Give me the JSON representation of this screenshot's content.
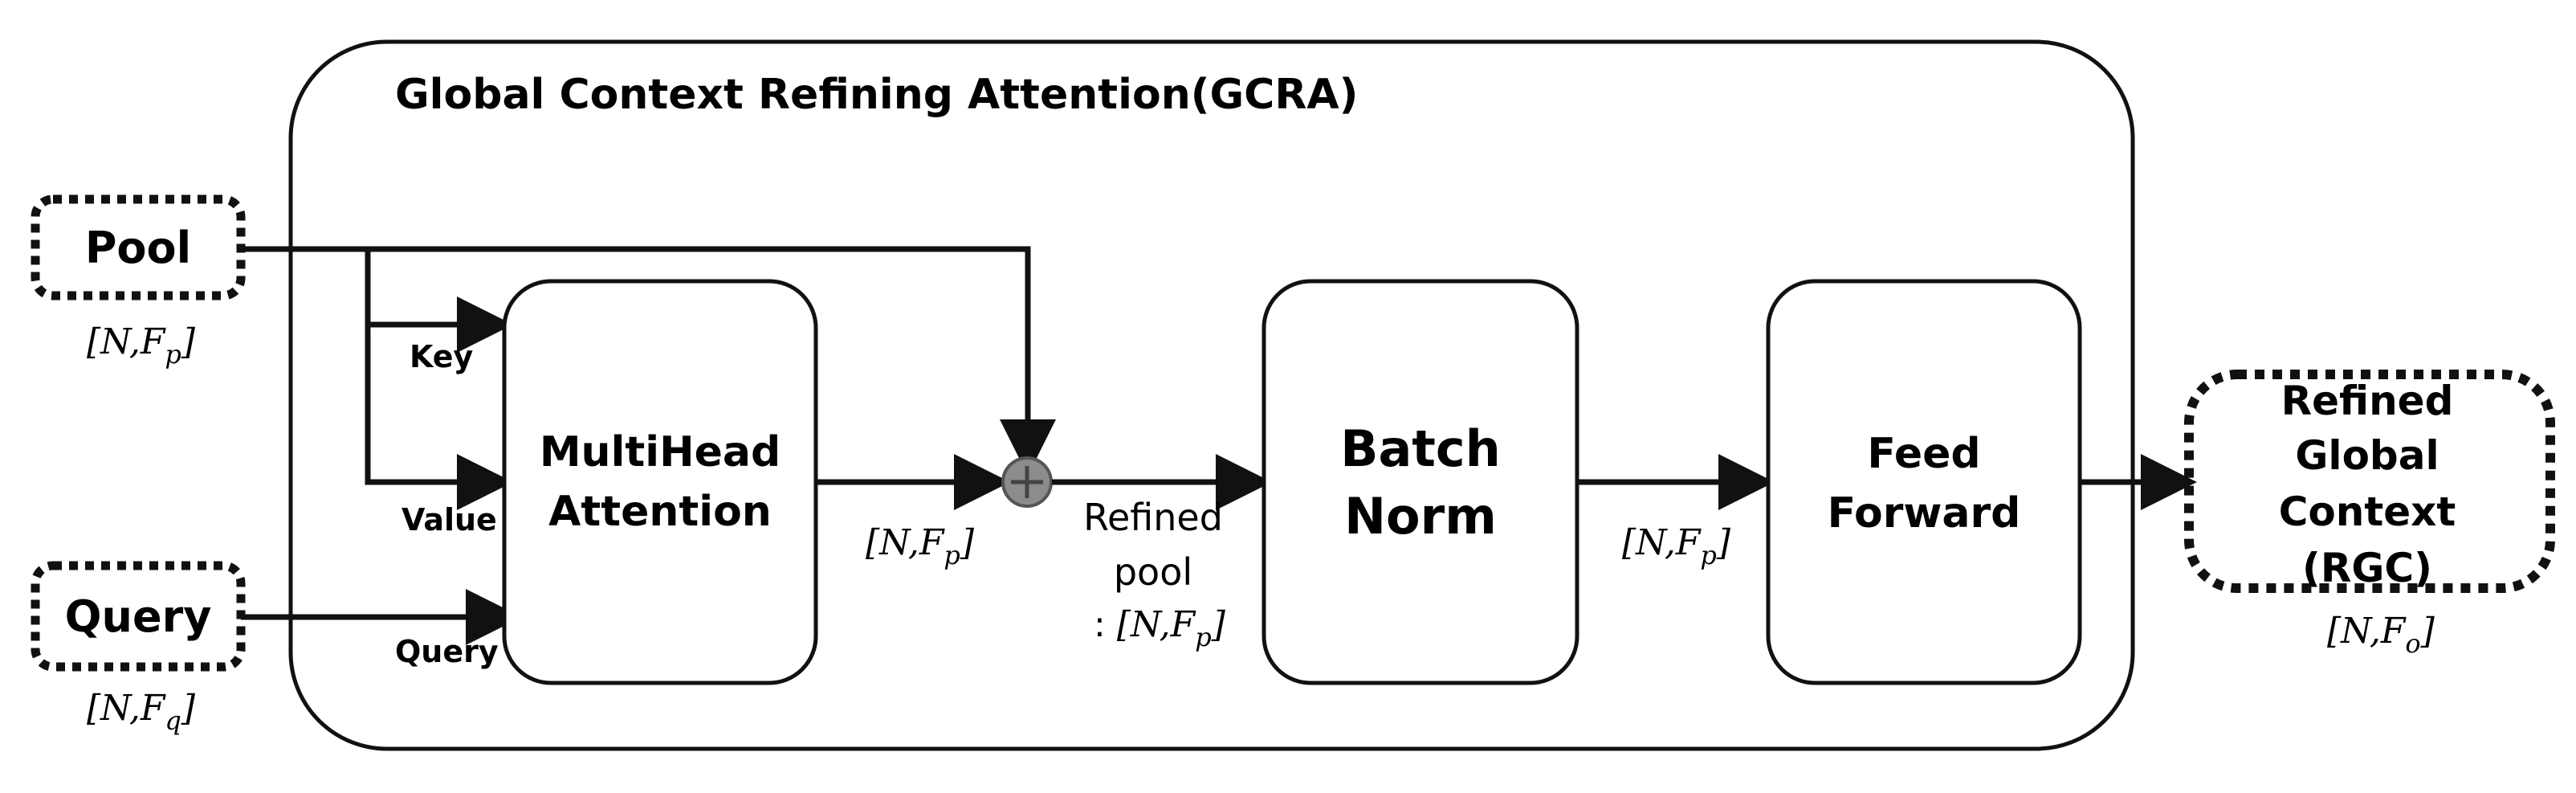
{
  "title": "Global Context Refining Attention(GCRA)",
  "inputs": {
    "pool": {
      "label": "Pool",
      "shape_main": "N",
      "shape_sub_base": "F",
      "shape_sub": "p"
    },
    "query": {
      "label": "Query",
      "shape_main": "N",
      "shape_sub_base": "F",
      "shape_sub": "q"
    }
  },
  "edges": {
    "key": "Key",
    "value": "Value",
    "query": "Query"
  },
  "blocks": {
    "mha": {
      "line1": "MultiHead",
      "line2": "Attention"
    },
    "bn": {
      "line1": "Batch",
      "line2": "Norm"
    },
    "ff": {
      "line1": "Feed",
      "line2": "Forward"
    }
  },
  "shapes": {
    "after_mha": {
      "main": "N",
      "sub_base": "F",
      "sub": "p"
    },
    "refined_pool": {
      "line1": "Refined",
      "line2": "pool",
      "prefix": ": ",
      "main": "N",
      "sub_base": "F",
      "sub": "p"
    },
    "after_bn": {
      "main": "N",
      "sub_base": "F",
      "sub": "p"
    }
  },
  "output": {
    "line1": "Refined",
    "line2": "Global",
    "line3": "Context",
    "line4": "(RGC)",
    "shape_main": "N",
    "shape_sub_base": "F",
    "shape_sub": "o"
  },
  "colors": {
    "stroke": "#111111",
    "add_node": "#8c8c8c"
  }
}
